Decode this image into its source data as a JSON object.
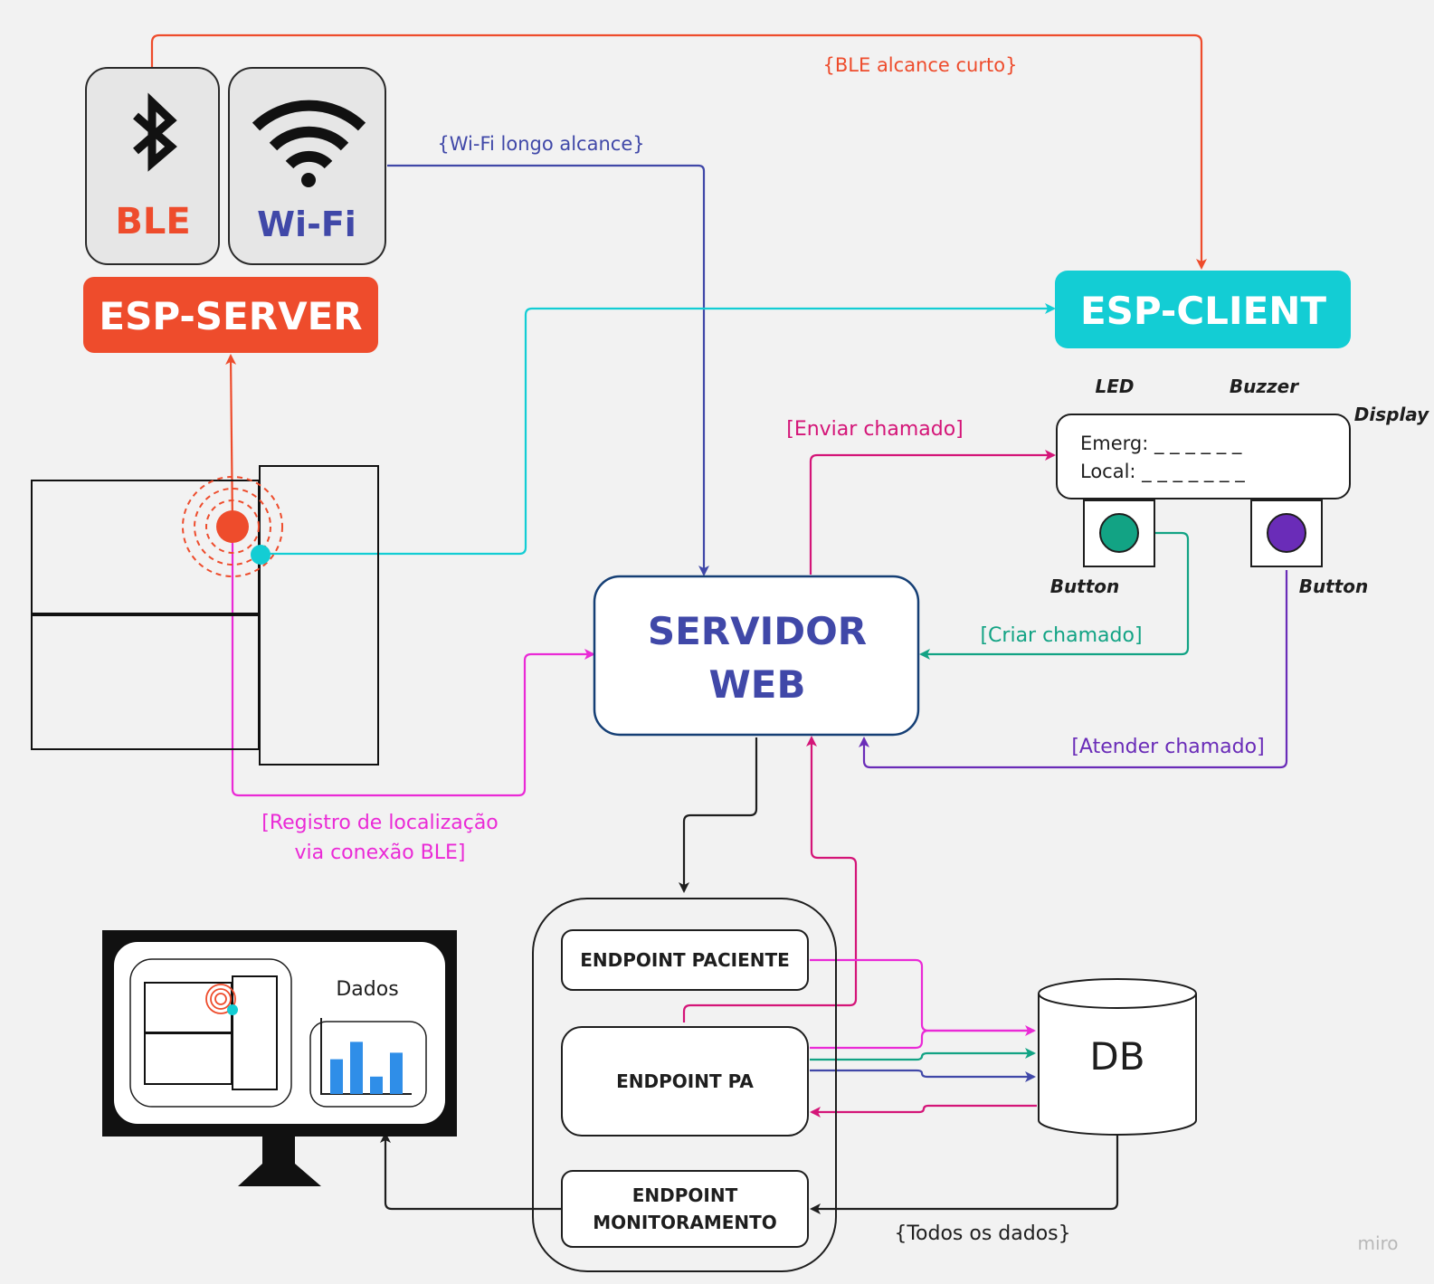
{
  "colors": {
    "ble": "#ee4c2c",
    "wifi": "#4048a8",
    "client": "#13cdd4",
    "pink": "#d41578",
    "magenta": "#ea2ad6",
    "teal": "#12a384",
    "purple": "#6a2cb8",
    "dark": "#1e1e1e"
  },
  "icons": {
    "ble": "bluetooth-icon",
    "wifi": "wifi-icon",
    "monitor": "monitor-icon",
    "db": "database-icon"
  },
  "labels": {
    "ble_icon_text": "BLE",
    "wifi_icon_text": "Wi-Fi",
    "esp_server": "ESP-SERVER",
    "esp_client": "ESP-CLIENT",
    "servidor_line1": "SERVIDOR",
    "servidor_line2": "WEB",
    "led": "LED",
    "buzzer": "Buzzer",
    "display": "Display",
    "emerg": "Emerg: _ _ _ _ _ _",
    "local": "Local: _ _ _ _ _ _ _",
    "button_left": "Button",
    "button_right": "Button",
    "ble_short": "{BLE alcance curto}",
    "wifi_long": "{Wi-Fi longo alcance}",
    "enviar": "[Enviar chamado]",
    "criar": "[Criar chamado]",
    "atender": "[Atender chamado]",
    "registro_line1": "[Registro de localização",
    "registro_line2": "via conexão BLE]",
    "endpoint_paciente": "ENDPOINT PACIENTE",
    "endpoint_pa": "ENDPOINT PA",
    "endpoint_mon_line1": "ENDPOINT",
    "endpoint_mon_line2": "MONITORAMENTO",
    "db": "DB",
    "dados": "Dados",
    "todos": "{Todos os dados}",
    "miro": "miro"
  },
  "chart_data": {
    "type": "bar",
    "categories": [
      "",
      "",
      "",
      ""
    ],
    "values": [
      3.2,
      4.8,
      1.6,
      3.8
    ],
    "title": "",
    "xlabel": "",
    "ylabel": "",
    "ylim": [
      0,
      6
    ]
  }
}
